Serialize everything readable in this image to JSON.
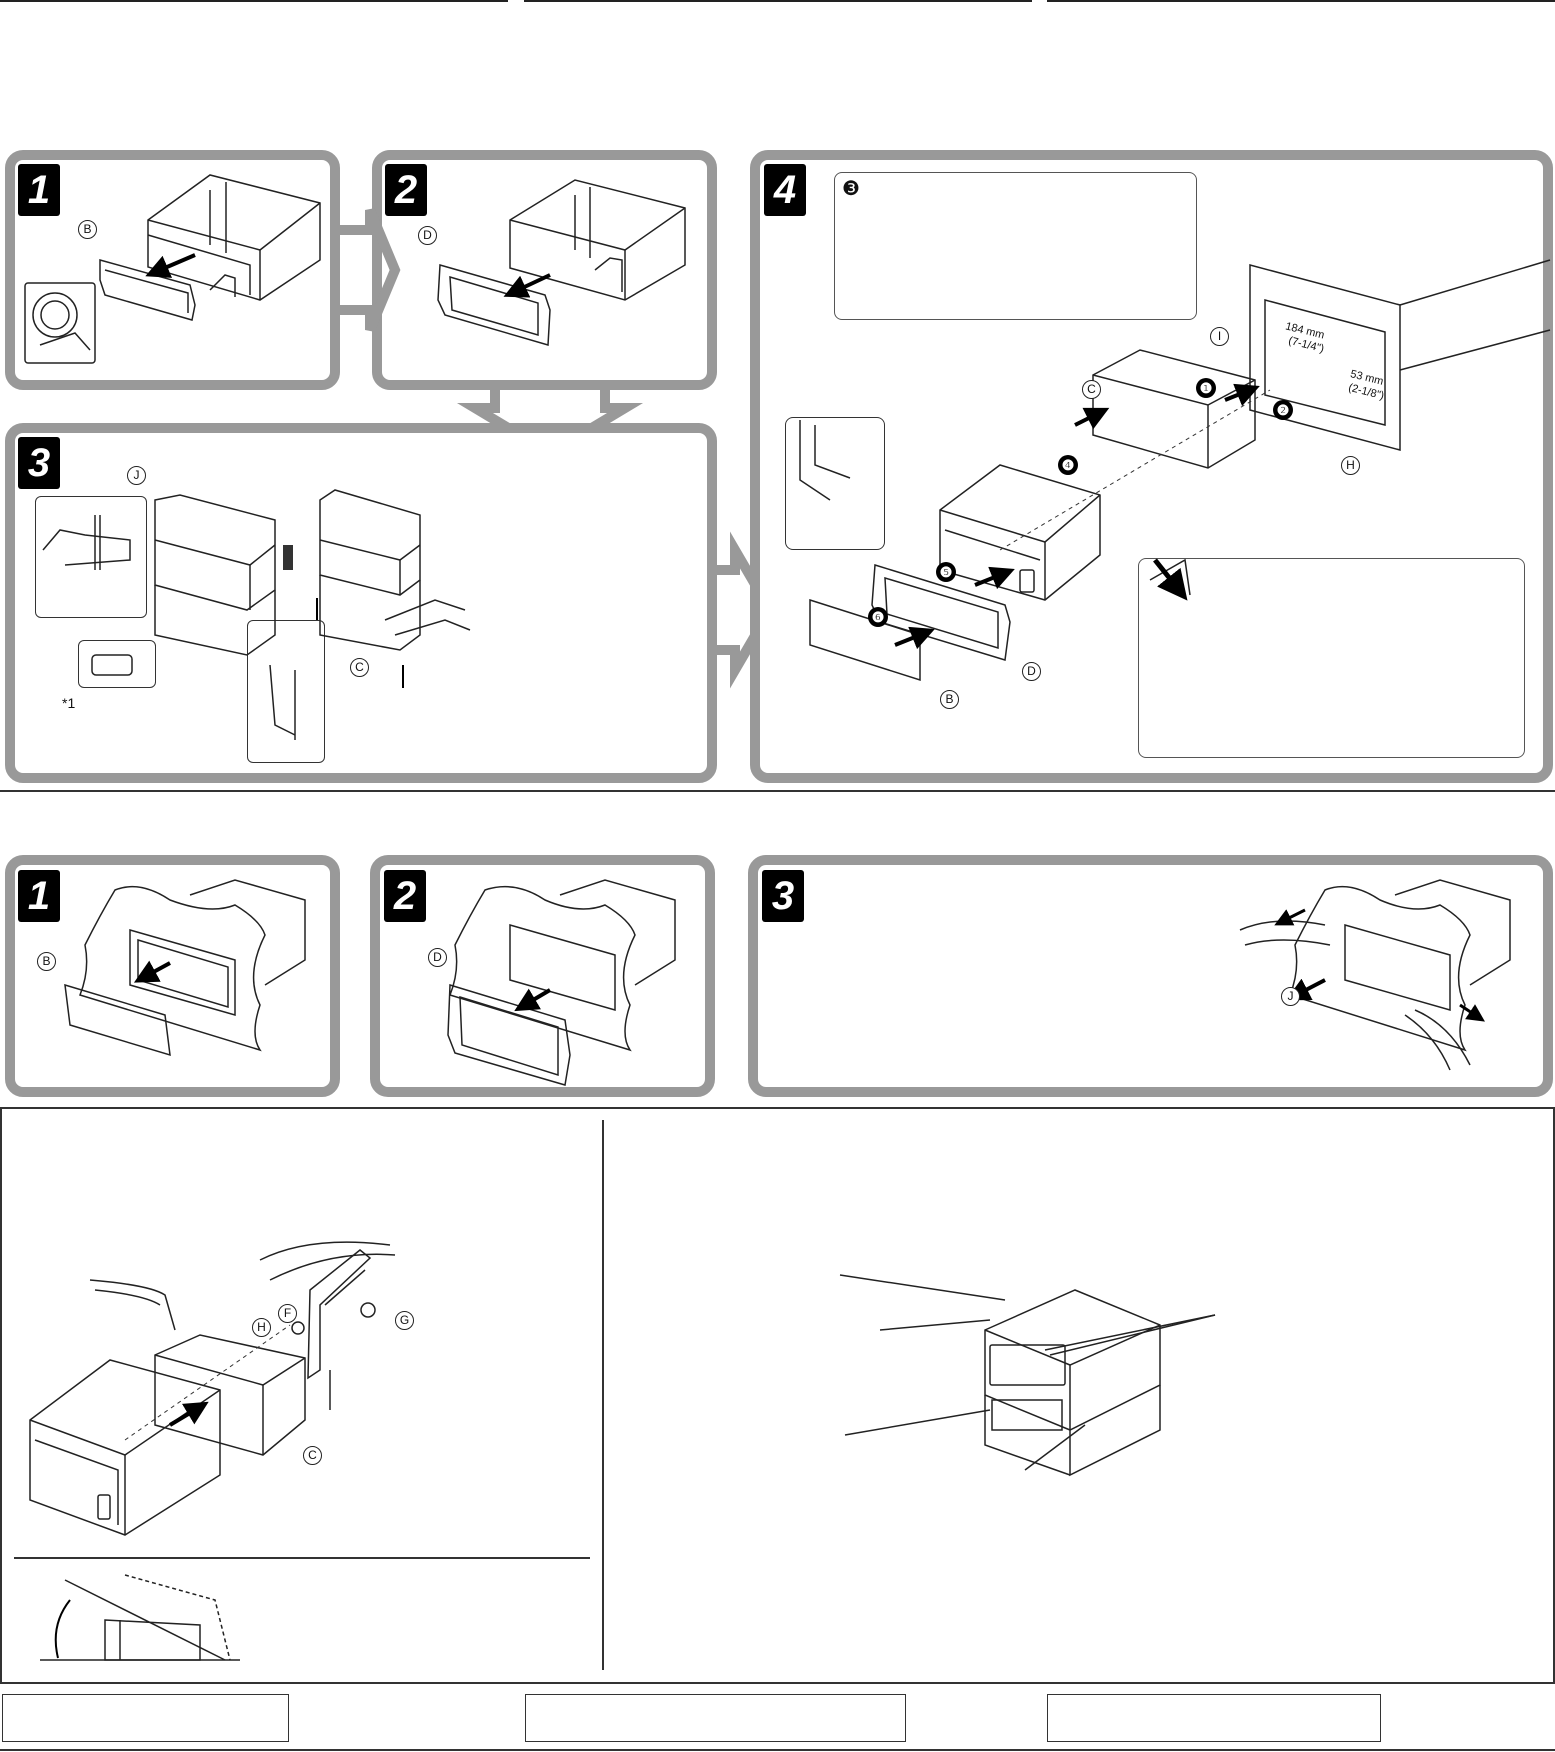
{
  "installation": {
    "steps": [
      "1",
      "2",
      "3",
      "4"
    ],
    "step4_callout_number": "❸",
    "labels": {
      "B": "B",
      "C": "C",
      "D": "D",
      "H": "H",
      "I": "I",
      "J": "J"
    },
    "asterisk_note": "*1",
    "dimensions": {
      "width": "184 mm",
      "width_in": "(7-1/4\")",
      "height": "53 mm",
      "height_in": "(2-1/8\")"
    },
    "order_numbers": [
      "❶",
      "❷",
      "❹",
      "❺",
      "❻"
    ]
  },
  "removal": {
    "steps": [
      "1",
      "2",
      "3"
    ],
    "labels": {
      "B": "B",
      "D": "D",
      "J": "J"
    }
  },
  "bracket_install": {
    "labels": {
      "H": "H",
      "F": "F",
      "G": "G",
      "C": "C"
    }
  },
  "footer_boxes": [
    "",
    "",
    ""
  ]
}
